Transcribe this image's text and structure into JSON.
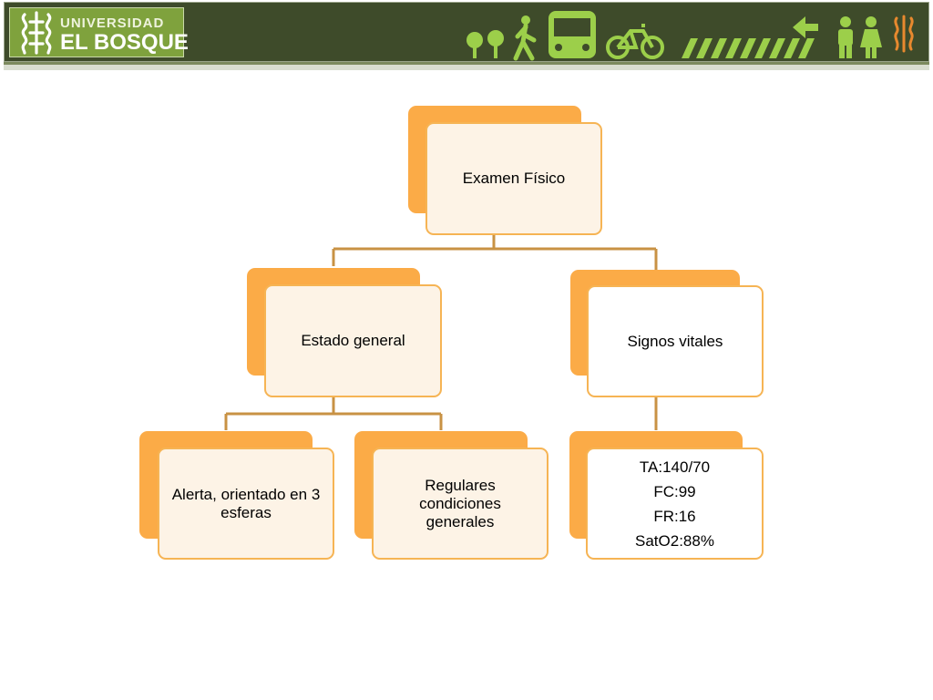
{
  "header": {
    "logo": {
      "line1": "UNIVERSIDAD",
      "line2": "EL BOSQUE"
    },
    "pictograms": [
      "tree-icon",
      "tree-icon",
      "pedestrian-icon",
      "bus-icon",
      "bicycle-icon",
      "arrow-left-icon",
      "man-icon",
      "woman-icon",
      "emblem-icon"
    ],
    "colors": {
      "bar": "#3e4b2a",
      "logo_bg": "#7fa23d",
      "pictogram": "#9ccf4a"
    }
  },
  "diagram": {
    "root": {
      "label": "Examen Físico"
    },
    "children": [
      {
        "label": "Estado general",
        "children": [
          {
            "label": "Alerta, orientado en 3 esferas"
          },
          {
            "label": "Regulares condiciones generales"
          }
        ]
      },
      {
        "label": "Signos vitales",
        "children": [
          {
            "lines": [
              "TA:140/70",
              "FC:99",
              "FR:16",
              "SatO2:88%"
            ]
          }
        ]
      }
    ],
    "colors": {
      "accent": "#fbab47",
      "card_fill": "#fdf3e6",
      "card_border": "#f6b454",
      "connector": "#c89244"
    }
  }
}
